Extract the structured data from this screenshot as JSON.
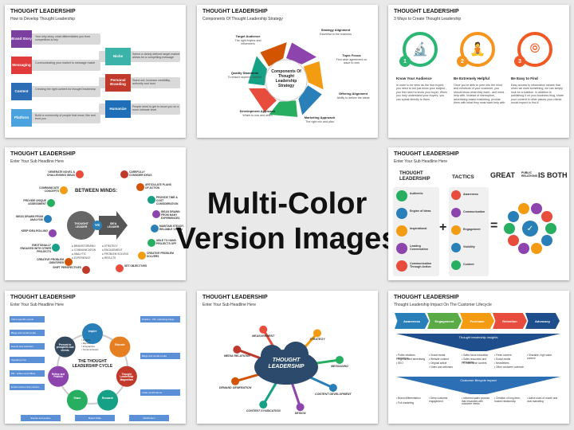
{
  "center": {
    "line1": "Multi-Color",
    "line2": "Version Images"
  },
  "slides": [
    {
      "title": "THOUGHT LEADERSHIP",
      "subtitle": "How to Develop Thought Leadership",
      "left": [
        {
          "label": "Brand Story",
          "text": "Your why story, what differentiates you from competitors is key",
          "color": "#7b3fa0"
        },
        {
          "label": "Messaging",
          "text": "Communicating your market to message match",
          "color": "#e23b3b"
        },
        {
          "label": "Content",
          "text": "Creating the right content for thought leadership",
          "color": "#2d6db5"
        },
        {
          "label": "Platform",
          "text": "Build a community of people that know, like and trust you",
          "color": "#4aa3df"
        }
      ],
      "right": [
        {
          "label": "Niche",
          "text": "Select a clearly defined target market allows for a compelling message",
          "color": "#3bb3a8"
        },
        {
          "label": "Personal Branding",
          "text": "Stand out, increase credibility, authority and trust",
          "color": "#c0392b"
        },
        {
          "label": "Humanize",
          "text": "People need to get to know you on a more intimate level",
          "color": "#1e6fb8"
        }
      ]
    },
    {
      "title": "THOUGHT LEADERSHIP",
      "subtitle": "Components Of Thought Leadership Strategy",
      "center_text": "Components Of Thought Leadership Strategy",
      "items": [
        {
          "head": "Target Audience",
          "text": "The right buyers and influencers"
        },
        {
          "head": "Strategy Alignment",
          "text": "Essential to the business"
        },
        {
          "head": "Topic Focus",
          "text": "Firm wide agreement on issue to own"
        },
        {
          "head": "Offering Alignment",
          "text": "Ability to deliver the ideas"
        },
        {
          "head": "Marketing Approach",
          "text": "The right mix and plan"
        },
        {
          "head": "Development Approach",
          "text": "Which to use and when"
        },
        {
          "head": "Quality Standards",
          "text": "To ensure superior content"
        }
      ],
      "colors": [
        "#8e44ad",
        "#f39c12",
        "#2980b9",
        "#27ae60",
        "#e74c3c",
        "#16a085",
        "#d35400"
      ]
    },
    {
      "title": "THOUGHT LEADERSHIP",
      "subtitle": "3 Ways to Create Thought Leadership",
      "ways": [
        {
          "num": "1",
          "head": "Know Your Audience",
          "icon": "microscope-icon",
          "color": "#2bb673",
          "text": "In order to be seen as the true expert, you need to not just know your subject - you first need to know your buyer. When you truly understand your buyers, you can speak directly to them."
        },
        {
          "num": "2",
          "head": "Be Extremely Helpful",
          "icon": "meditation-icon",
          "color": "#f7941d",
          "text": "Once you're able to peer into the mind and emotions of your customer, you should know what they want - and need - help with. Instead of interruptive, advertising-based marketing, provide them with what they most want help with."
        },
        {
          "num": "3",
          "head": "Be Easy to Find",
          "icon": "binoculars-icon",
          "color": "#f15a24",
          "text": "Easy access to information means that when we want something, we can simply look for a solution. In addition to publishing it on your business blog, share your content in other places your clients would expect to find it."
        }
      ]
    },
    {
      "title": "THOUGHT LEADERSHIP",
      "subtitle": "Enter Your Sub Headline Here",
      "left_label": "THOUGHT LEADER",
      "vs": "VS",
      "right_label": "IDEA LEADER",
      "between": "BETWEEN MINDS:",
      "left_items": [
        "GENERATE NOVEL & CHALLENGING IDEAS",
        "COMMUNICATE CONCEPTS",
        "PROVIDE UNIQUE ASSESSMENT",
        "IDEAS DRAWN FROM ANALYSIS",
        "KEEP IDEA ROLLING",
        "EMOTIONALLY ENGAGED WITH OTHER PROJECTS",
        "CREATIVE PROBLEM IDENTIFIER",
        "SHIFT PERSPECTIVES"
      ],
      "right_items": [
        "CAREFULLY CONSIDER IDEAS",
        "ARTICULATE PLANS OF ACTION",
        "PROVIDE TIME & COST CONSIDERATION",
        "IDEAS DRAWN FROM MANY EXPERIENCES",
        "MAINTAIN STEADY, RELIABLE VISION",
        "ABLE TO HAND PROJECTS OFF",
        "CREATIVE PROBLEM SOLVERS",
        "SET OBJECTIVES"
      ],
      "mid_left": [
        "BRAINSTORMING",
        "COMMUNICATION",
        "ANALYTIC",
        "EXPERIENCE"
      ],
      "mid_right": [
        "STRATEGY",
        "ENGAGEMENT",
        "PROBLEM SOLVING",
        "RESULTS"
      ]
    },
    {
      "title": "THOUGHT LEADERSHIP",
      "subtitle": "Enter Your Sub Headline Here",
      "tactics_title": "TACTICS",
      "left_title": "THOUGHT LEADERSHIP",
      "left_items": [
        "Authentic",
        "Engine of Ideas",
        "Inspirational",
        "Leading Conversation",
        "Communication Through Action"
      ],
      "mid_items": [
        "Awareness",
        "Communication",
        "Engagement",
        "Visibility",
        "Content"
      ],
      "great": "GREAT",
      "public": "PUBLIC RELATIONS",
      "both": "IS BOTH"
    },
    {
      "title": "THOUGHT LEADERSHIP",
      "subtitle": "Enter Your Sub Headline Here",
      "cycle_title": "THE THOUGHT LEADERSHIP CYCLE",
      "nodes": [
        "Inspire",
        "Educate",
        "Thought Leadership Magnetism",
        "Research",
        "Share",
        "Refine and Publish",
        "Present to prospects and clients"
      ],
      "node_colors": [
        "#2980b9",
        "#e67e22",
        "#c0392b",
        "#16a085",
        "#27ae60",
        "#8e44ad",
        "#34495e"
      ],
      "left_tags": [
        "Client specific events",
        "Blogs and social media",
        "Events and webinars",
        "Speaking time",
        "PR - written and offline",
        "Email nurture/ drip content"
      ],
      "right_tags": [
        "Position - PR, marketing blogs",
        "Blogs and social media",
        "Invite contributions"
      ],
      "bottom_tags": [
        "Events and quotes",
        "Board Table",
        "Distribution"
      ],
      "center_list": [
        "Insights",
        "Reports",
        "Infographics",
        "Content/ebooks"
      ]
    },
    {
      "title": "THOUGHT LEADERSHIP",
      "subtitle": "Enter Your Sub Headline Here",
      "cloud": "THOUGHT LEADERSHIP",
      "spokes": [
        "MEASUREMENT",
        "STRATEGY",
        "MESSAGING",
        "CONTENT DEVELOPMENT",
        "DESIGN",
        "CONTENT SYNDICATION",
        "DEMAND GENERATION",
        "MEDIA RELATIONS"
      ]
    },
    {
      "title": "THOUGHT LEADERSHIP",
      "subtitle": "Thought Leadership Impact On The Customer Lifecycle",
      "stages": [
        "Awareness",
        "Engagement",
        "Purchase",
        "Retention",
        "Advocacy"
      ],
      "stage_colors": [
        "#2980b9",
        "#5aaa46",
        "#f39c12",
        "#e74c3c",
        "#1f4e8c"
      ],
      "insights_label": "Thought leadership insights",
      "impact_label": "Customer lifecycle impact",
      "insights": [
        [
          "Public relations campaigns",
          "High content advertising",
          "SEO"
        ],
        [
          "Social media",
          "Website content",
          "Original article",
          "Video and webinars"
        ],
        [
          "Sales focus education",
          "Sales resources and messaging",
          "E-commerce content"
        ],
        [
          "Fresh content",
          "Social media",
          "Newsletters",
          "Other customer outreach"
        ],
        [
          "Sharable, high value content"
        ]
      ],
      "impacts": [
        [
          "Brand differentiation",
          "Pull marketing"
        ],
        [
          "Deep customer engagement"
        ],
        [
          "Informed sales process that resonates with customer needs"
        ],
        [
          "Creation of long-term, trusted relationship"
        ],
        [
          "Active word-of-mouth and viral marketing"
        ]
      ]
    }
  ]
}
